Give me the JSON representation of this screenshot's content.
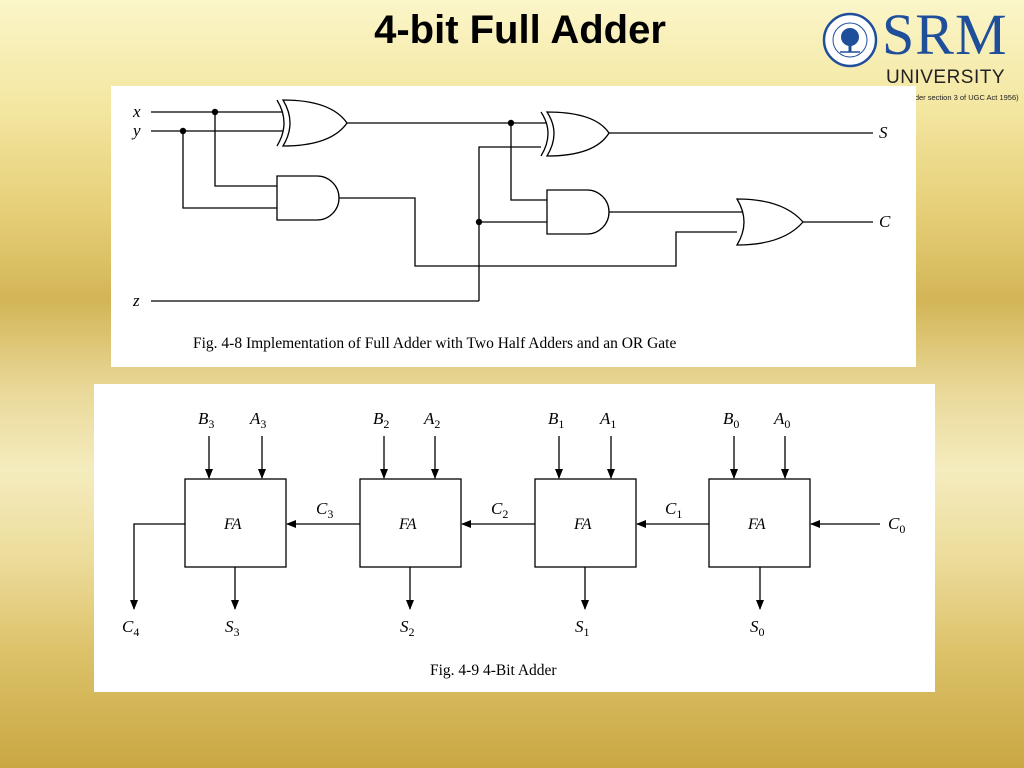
{
  "slide": {
    "title": "4-bit Full Adder"
  },
  "logo": {
    "brand": "SRM",
    "subtitle": "UNIVERSITY",
    "note": "(under section 3 of UGC Act 1956)",
    "brand_color": "#1f4e9a"
  },
  "figure1": {
    "caption": "Fig. 4-8  Implementation of Full Adder with Two Half Adders and an OR Gate",
    "inputs": {
      "x": "x",
      "y": "y",
      "z": "z"
    },
    "outputs": {
      "s": "S",
      "c": "C"
    }
  },
  "figure2": {
    "caption": "Fig. 4-9  4-Bit Adder",
    "block_label": "FA",
    "stages": [
      {
        "b_base": "B",
        "b_sub": "3",
        "a_base": "A",
        "a_sub": "3",
        "s_base": "S",
        "s_sub": "3"
      },
      {
        "b_base": "B",
        "b_sub": "2",
        "a_base": "A",
        "a_sub": "2",
        "s_base": "S",
        "s_sub": "2"
      },
      {
        "b_base": "B",
        "b_sub": "1",
        "a_base": "A",
        "a_sub": "1",
        "s_base": "S",
        "s_sub": "1"
      },
      {
        "b_base": "B",
        "b_sub": "0",
        "a_base": "A",
        "a_sub": "0",
        "s_base": "S",
        "s_sub": "0"
      }
    ],
    "carries": [
      {
        "base": "C",
        "sub": "4"
      },
      {
        "base": "C",
        "sub": "3"
      },
      {
        "base": "C",
        "sub": "2"
      },
      {
        "base": "C",
        "sub": "1"
      },
      {
        "base": "C",
        "sub": "0"
      }
    ]
  }
}
